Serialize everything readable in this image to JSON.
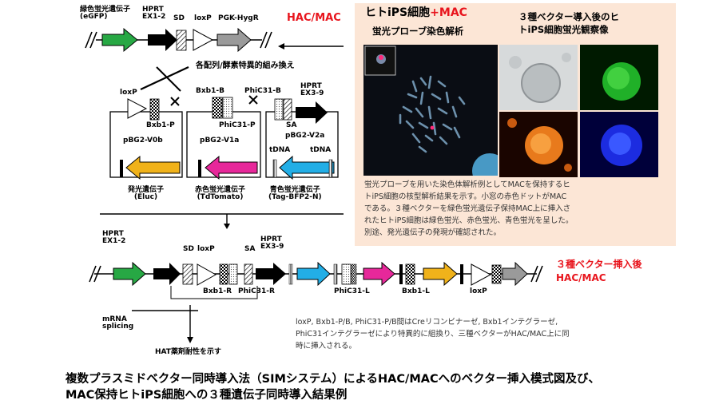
{
  "top_construct": {
    "egfp_label_line1": "緑色蛍光遺伝子",
    "egfp_label_line2": "(eGFP)",
    "hprt_line1": "HPRT",
    "hprt_line2": "EX1-2",
    "sd": "SD",
    "loxp": "loxP",
    "pgk_hygr": "PGK-HygR",
    "hac_mac": "HAC/MAC"
  },
  "recombination_label": "各配列/酵素特異的組み換え",
  "vectors": {
    "v1": {
      "loxp": "loxP",
      "bxb1p": "Bxb1-P",
      "name": "pBG2-V0b",
      "gene_line1": "発光遺伝子",
      "gene_line2": "(Eluc)"
    },
    "v2": {
      "bxb1b": "Bxb1-B",
      "phic31p": "PhiC31-P",
      "name": "pBG2-V1a",
      "gene_line1": "赤色蛍光遺伝子",
      "gene_line2": "(TdTomato)"
    },
    "v3": {
      "phic31b": "PhiC31-B",
      "hprt_line1": "HPRT",
      "hprt_line2": "EX3-9",
      "sa": "SA",
      "name": "pBG2-V2a",
      "tdna1": "tDNA",
      "tdna2": "tDNA",
      "gene_line1": "青色蛍光遺伝子",
      "gene_line2": "(Tag-BFP2-N)"
    }
  },
  "bottom_construct": {
    "hprt_line1": "HPRT",
    "hprt_line2": "EX1-2",
    "sd": "SD",
    "loxp": "loxP",
    "sa": "SA",
    "hprt39_line1": "HPRT",
    "hprt39_line2": "EX3-9",
    "bxb1r": "Bxb1-R",
    "phic31r": "PhiC31-R",
    "phic31l": "PhiC31-L",
    "bxb1l": "Bxb1-L",
    "loxp2": "loxP",
    "result_line1": "３種ベクター挿入後",
    "result_line2": "HAC/MAC",
    "mrna_line1": "mRNA",
    "mrna_line2": "splicing",
    "hat": "HAT薬剤耐性を示す"
  },
  "panel": {
    "title_a1": "ヒトiPS細胞",
    "title_a2": "+MAC",
    "title_a3": "蛍光プローブ染色解析",
    "title_b1": "３種ベクター導入後のヒ",
    "title_b2": "トiPS細胞蛍光観察像",
    "caption": [
      "蛍光プローブを用いた染色体解析例としてMACを保持するヒ",
      "トiPS細胞の核型解析結果を示す。小窓の赤色ドットがMAC",
      "である。３種ベクターを緑色蛍光遺伝子保持MAC上に挿入さ",
      "れたヒトiPS細胞は緑色蛍光、赤色蛍光、青色蛍光を呈した。",
      "別途、発光遺伝子の発現が確認された。"
    ]
  },
  "note": [
    "loxP, Bxb1-P/B, PhiC31-P/B間はCreリコンビナーゼ, Bxb1インテグラーゼ,",
    "PhiC31インテグラーゼにより特異的に組換り、三種ベクターがHAC/MAC上に同",
    "時に挿入される。"
  ],
  "figure_title": [
    "複数プラスミドベクター同時導入法（SIMシステム）によるHAC/MACへのベクター挿入模式図及び、",
    "MAC保持ヒトiPS細胞への３種遺伝子同時導入結果例"
  ],
  "colors": {
    "green": "#27a844",
    "black": "#000000",
    "gray": "#9a9a9a",
    "red_text": "#e8141c",
    "orange": "#f0b21a",
    "magenta": "#e7289a",
    "cyan": "#22aee6",
    "panel_bg": "#fce6d6"
  }
}
